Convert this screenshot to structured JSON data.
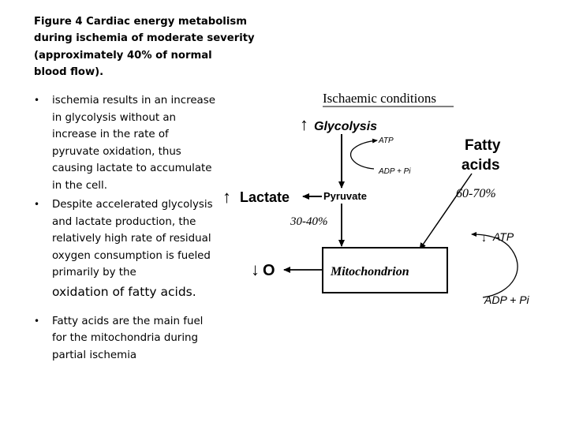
{
  "caption": {
    "line1": "Figure 4 Cardiac energy metabolism",
    "line2": "during ischemia of moderate severity",
    "line3": "(approximately 40% of normal",
    "line4": "blood flow)."
  },
  "bullets": [
    {
      "text": "ischemia results in an increase in glycolysis without an increase in the rate of pyruvate oxidation, thus causing lactate to accumulate in the cell."
    },
    {
      "text_main": "Despite accelerated glycolysis and lactate production, the relatively high rate of residual oxygen consumption is fueled primarily by the",
      "text_emph": "oxidation of fatty acids."
    },
    {
      "text": "Fatty acids are the main fuel for the mitochondria during partial ischemia"
    }
  ],
  "bullet_symbol": "•",
  "diagram": {
    "title": "Ischaemic conditions",
    "arrow_up": "↑",
    "arrow_down": "↓",
    "glycolysis": "Glycolysis",
    "atp_top": "ATP",
    "adp_top": "ADP + Pi",
    "fatty_line1": "Fatty",
    "fatty_line2": "acids",
    "fatty_pct": "60-70%",
    "lactate": "Lactate",
    "pyruvate": "Pyruvate",
    "pyruvate_pct": "30-40%",
    "oxygen": "O",
    "mitochondrion": "Mitochondrion",
    "atp_right": "ATP",
    "adp_right": "ADP + Pi"
  }
}
